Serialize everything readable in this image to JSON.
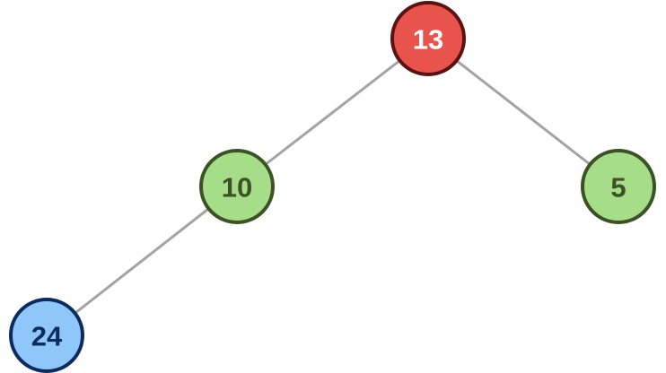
{
  "tree": {
    "nodes": [
      {
        "id": "n13",
        "label": "13",
        "role": "root",
        "fill": "#e8534c",
        "stroke": "#5a1212",
        "text_color": "#ffffff"
      },
      {
        "id": "n10",
        "label": "10",
        "role": "child",
        "fill": "#a6dd88",
        "stroke": "#3c5226",
        "text_color": "#3c5226"
      },
      {
        "id": "n5",
        "label": "5",
        "role": "child",
        "fill": "#a6dd88",
        "stroke": "#3c5226",
        "text_color": "#3c5226"
      },
      {
        "id": "n24",
        "label": "24",
        "role": "highlight",
        "fill": "#8fc7fb",
        "stroke": "#0c2c5e",
        "text_color": "#0c2c5e"
      }
    ],
    "edges": [
      {
        "from": "n13",
        "to": "n10"
      },
      {
        "from": "n13",
        "to": "n5"
      },
      {
        "from": "n10",
        "to": "n24"
      }
    ],
    "edge_color": "#a3a3a3"
  }
}
